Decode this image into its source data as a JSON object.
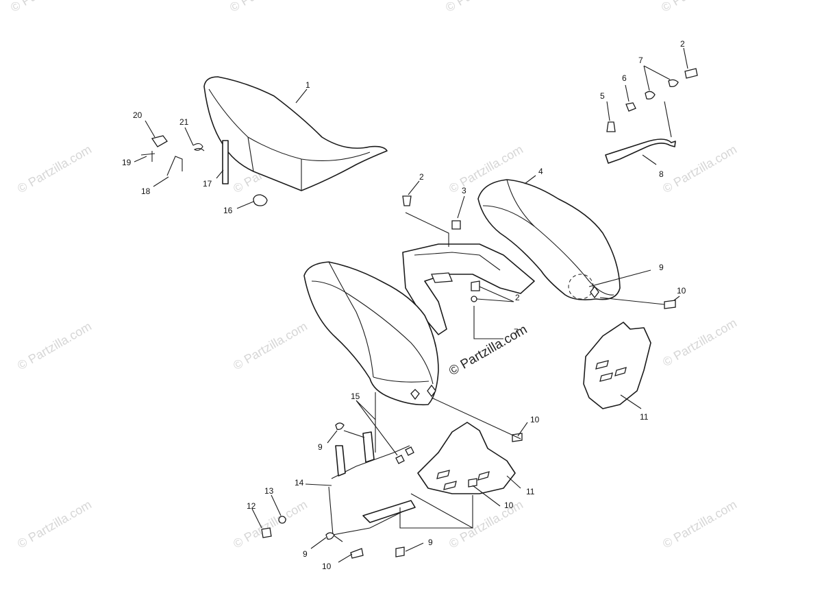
{
  "watermark": {
    "text": "© Partzilla.com",
    "center_text": "© Partzilla.com"
  },
  "callouts": [
    "1",
    "2",
    "3",
    "4",
    "5",
    "6",
    "7",
    "8",
    "9",
    "10",
    "11",
    "12",
    "13",
    "14",
    "15",
    "16",
    "17",
    "18",
    "19",
    "20",
    "21"
  ],
  "callout_repeat": {
    "c2b": "2",
    "c2c": "2",
    "c7b": "7",
    "c9b": "9",
    "c9c": "9",
    "c9d": "9",
    "c10b": "10",
    "c10c": "10",
    "c10d": "10",
    "c11b": "11"
  },
  "colors": {
    "line": "#1a1a1a",
    "watermark": "#d6d6d6",
    "background": "#ffffff"
  }
}
